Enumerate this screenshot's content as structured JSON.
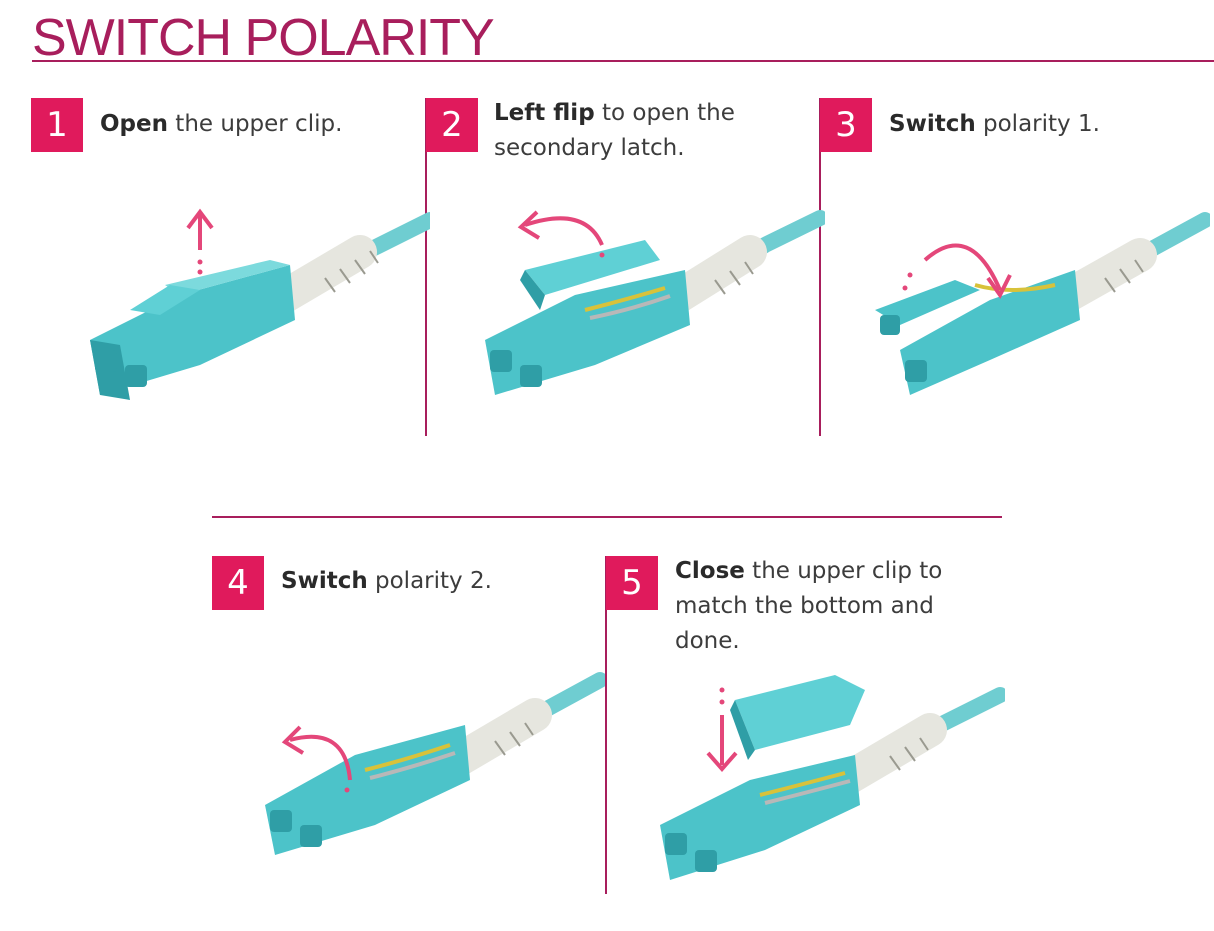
{
  "title": "SWITCH POLARITY",
  "colors": {
    "accent": "#a81e5c",
    "badge": "#e01a5c",
    "arrow": "#e4477a",
    "connector": "#4cc3c9",
    "connector_dark": "#2f9ea6",
    "connector_light": "#7cdadd",
    "boot": "#e6e6df",
    "cable": "#6fcdd1"
  },
  "steps": [
    {
      "number": "1",
      "bold": "Open",
      "line1": " the upper clip.",
      "line2": "",
      "line3": "",
      "art": "clip-up"
    },
    {
      "number": "2",
      "bold": "Left flip",
      "line1": " to open the",
      "line2": "secondary latch.",
      "line3": "",
      "art": "latch-flip"
    },
    {
      "number": "3",
      "bold": "Switch",
      "line1": " polarity 1.",
      "line2": "",
      "line3": "",
      "art": "polarity-1"
    },
    {
      "number": "4",
      "bold": "Switch",
      "line1": " polarity 2.",
      "line2": "",
      "line3": "",
      "art": "polarity-2"
    },
    {
      "number": "5",
      "bold": "Close",
      "line1": " the upper clip to",
      "line2": "match the bottom and",
      "line3": "done.",
      "art": "clip-close"
    }
  ]
}
